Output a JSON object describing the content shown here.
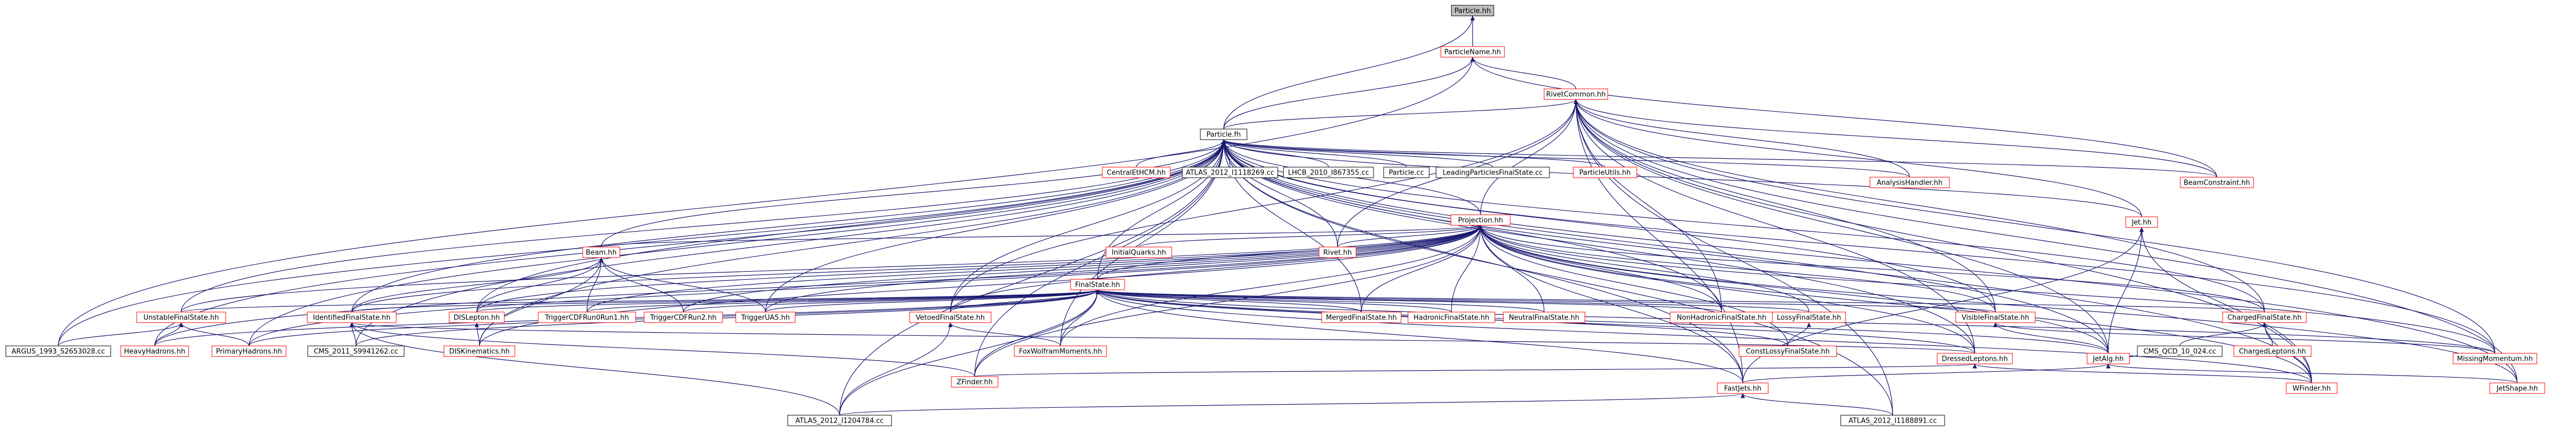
{
  "colors": {
    "background": "#ffffff",
    "edge": "#191970",
    "node_border_red": "#ff0000",
    "node_border_black": "#000000",
    "root_fill": "#bfbfbf",
    "text": "#000000"
  },
  "nodes": [
    {
      "id": "particle_hh",
      "label": "Particle.hh",
      "border": "black",
      "fill": "grey"
    },
    {
      "id": "particlename_hh",
      "label": "ParticleName.hh",
      "border": "red"
    },
    {
      "id": "rivetcommon_hh",
      "label": "RivetCommon.hh",
      "border": "red"
    },
    {
      "id": "particle_fh",
      "label": "Particle.fh",
      "border": "black"
    },
    {
      "id": "centraletacm_hh",
      "label": "CentralEtHCM.hh",
      "border": "red"
    },
    {
      "id": "atlas2012_cc",
      "label": "ATLAS_2012_I1118269.cc",
      "border": "black"
    },
    {
      "id": "lhcb2010_cc",
      "label": "LHCB_2010_I867355.cc",
      "border": "black"
    },
    {
      "id": "particle_cc",
      "label": "Particle.cc",
      "border": "black"
    },
    {
      "id": "leadingparticles_hh",
      "label": "LeadingParticlesFinalState.cc",
      "border": "black"
    },
    {
      "id": "particleutils_hh",
      "label": "ParticleUtils.hh",
      "border": "red"
    },
    {
      "id": "analysishandler_hh",
      "label": "AnalysisHandler.hh",
      "border": "red"
    },
    {
      "id": "beamconstraint_hh",
      "label": "BeamConstraint.hh",
      "border": "red"
    },
    {
      "id": "projection_hh",
      "label": "Projection.hh",
      "border": "red"
    },
    {
      "id": "jet_hh",
      "label": "Jet.hh",
      "border": "red"
    },
    {
      "id": "beam_hh",
      "label": "Beam.hh",
      "border": "red"
    },
    {
      "id": "initialquarks_hh",
      "label": "InitialQuarks.hh",
      "border": "red"
    },
    {
      "id": "rivet_hh",
      "label": "Rivet.hh",
      "border": "red"
    },
    {
      "id": "finalstate_hh",
      "label": "FinalState.hh",
      "border": "red"
    },
    {
      "id": "unstablefinalstate_hh",
      "label": "UnstableFinalState.hh",
      "border": "red"
    },
    {
      "id": "identifiedfinalstate_hh",
      "label": "IdentifiedFinalState.hh",
      "border": "red"
    },
    {
      "id": "dislepton_hh",
      "label": "DISLepton.hh",
      "border": "red"
    },
    {
      "id": "triggercdfrun0run1_hh",
      "label": "TriggerCDFRun0Run1.hh",
      "border": "red"
    },
    {
      "id": "triggercdfrun2_hh",
      "label": "TriggerCDFRun2.hh",
      "border": "red"
    },
    {
      "id": "triggerua5_hh",
      "label": "TriggerUA5.hh",
      "border": "red"
    },
    {
      "id": "vetoedfinalstate_hh",
      "label": "VetoedFinalState.hh",
      "border": "red"
    },
    {
      "id": "mergedfinalstate_hh",
      "label": "MergedFinalState.hh",
      "border": "red"
    },
    {
      "id": "hadronicfinalstate_hh",
      "label": "HadronicFinalState.hh",
      "border": "red"
    },
    {
      "id": "neutralfinalstate_hh",
      "label": "NeutralFinalState.hh",
      "border": "red"
    },
    {
      "id": "nonhadronicfinalstate_hh",
      "label": "NonHadronicFinalState.hh",
      "border": "red"
    },
    {
      "id": "lossyfinalstate_hh",
      "label": "LossyFinalState.hh",
      "border": "red"
    },
    {
      "id": "visiblefinalstate_hh",
      "label": "VisibleFinalState.hh",
      "border": "red"
    },
    {
      "id": "chargedfinalstate_hh",
      "label": "ChargedFinalState.hh",
      "border": "red"
    },
    {
      "id": "argus_cc",
      "label": "ARGUS_1993_S2653028.cc",
      "border": "black"
    },
    {
      "id": "heavyhadrons_hh",
      "label": "HeavyHadrons.hh",
      "border": "red"
    },
    {
      "id": "primaryhadrons_hh",
      "label": "PrimaryHadrons.hh",
      "border": "red"
    },
    {
      "id": "cms2011_cc",
      "label": "CMS_2011_S9941262.cc",
      "border": "black"
    },
    {
      "id": "diskinematics_hh",
      "label": "DISKinematics.hh",
      "border": "red"
    },
    {
      "id": "foxwolfram_hh",
      "label": "FoxWolframMoments.hh",
      "border": "red"
    },
    {
      "id": "constlossy_hh",
      "label": "ConstLossyFinalState.hh",
      "border": "red"
    },
    {
      "id": "dressedleptons_hh",
      "label": "DressedLeptons.hh",
      "border": "red"
    },
    {
      "id": "jetalg_hh",
      "label": "JetAlg.hh",
      "border": "red"
    },
    {
      "id": "cmsqcd_cc",
      "label": "CMS_QCD_10_024.cc",
      "border": "black"
    },
    {
      "id": "chargedleptons_hh",
      "label": "ChargedLeptons.hh",
      "border": "red"
    },
    {
      "id": "missingmomentum_hh",
      "label": "MissingMomentum.hh",
      "border": "red"
    },
    {
      "id": "zfinder_hh",
      "label": "ZFinder.hh",
      "border": "red"
    },
    {
      "id": "fastjets_hh",
      "label": "FastJets.hh",
      "border": "red"
    },
    {
      "id": "wfinder_hh",
      "label": "WFinder.hh",
      "border": "red"
    },
    {
      "id": "jetshape_hh",
      "label": "JetShape.hh",
      "border": "red"
    },
    {
      "id": "atlas2012b_cc",
      "label": "ATLAS_2012_I1204784.cc",
      "border": "black"
    },
    {
      "id": "atlas2012c_cc",
      "label": "ATLAS_2012_I1188891.cc",
      "border": "black"
    }
  ],
  "edges": [
    [
      "particlename_hh",
      "particle_hh"
    ],
    [
      "rivetcommon_hh",
      "particlename_hh"
    ],
    [
      "particle_fh",
      "particle_hh"
    ],
    [
      "particle_fh",
      "particlename_hh"
    ],
    [
      "particle_fh",
      "rivetcommon_hh"
    ],
    [
      "argus_cc",
      "particlename_hh"
    ],
    [
      "beamconstraint_hh",
      "particlename_hh"
    ],
    [
      "beamconstraint_hh",
      "rivetcommon_hh"
    ],
    [
      "centraletacm_hh",
      "particle_fh"
    ],
    [
      "atlas2012_cc",
      "particle_fh"
    ],
    [
      "lhcb2010_cc",
      "particle_fh"
    ],
    [
      "particle_cc",
      "particle_fh"
    ],
    [
      "leadingparticles_hh",
      "particle_fh"
    ],
    [
      "particleutils_hh",
      "particle_fh"
    ],
    [
      "analysishandler_hh",
      "particle_fh"
    ],
    [
      "beamconstraint_hh",
      "particle_fh"
    ],
    [
      "projection_hh",
      "particle_fh"
    ],
    [
      "jet_hh",
      "particle_fh"
    ],
    [
      "beam_hh",
      "particle_fh"
    ],
    [
      "rivet_hh",
      "particle_fh"
    ],
    [
      "finalstate_hh",
      "particle_fh"
    ],
    [
      "unstablefinalstate_hh",
      "particle_fh"
    ],
    [
      "identifiedfinalstate_hh",
      "particle_fh"
    ],
    [
      "dislepton_hh",
      "particle_fh"
    ],
    [
      "triggerua5_hh",
      "particle_fh"
    ],
    [
      "vetoedfinalstate_hh",
      "particle_fh"
    ],
    [
      "mergedfinalstate_hh",
      "particle_fh"
    ],
    [
      "nonhadronicfinalstate_hh",
      "particle_fh"
    ],
    [
      "visiblefinalstate_hh",
      "particle_fh"
    ],
    [
      "chargedfinalstate_hh",
      "particle_fh"
    ],
    [
      "argus_cc",
      "particle_fh"
    ],
    [
      "heavyhadrons_hh",
      "particle_fh"
    ],
    [
      "primaryhadrons_hh",
      "particle_fh"
    ],
    [
      "cms2011_cc",
      "particle_fh"
    ],
    [
      "diskinematics_hh",
      "particle_fh"
    ],
    [
      "foxwolfram_hh",
      "particle_fh"
    ],
    [
      "dressedleptons_hh",
      "particle_fh"
    ],
    [
      "jetalg_hh",
      "particle_fh"
    ],
    [
      "zfinder_hh",
      "particle_fh"
    ],
    [
      "fastjets_hh",
      "particle_fh"
    ],
    [
      "wfinder_hh",
      "particle_fh"
    ],
    [
      "jetshape_hh",
      "particle_fh"
    ],
    [
      "missingmomentum_hh",
      "particle_fh"
    ],
    [
      "atlas2012b_cc",
      "particle_fh"
    ],
    [
      "atlas2012c_cc",
      "particle_fh"
    ],
    [
      "analysishandler_hh",
      "rivetcommon_hh"
    ],
    [
      "projection_hh",
      "rivetcommon_hh"
    ],
    [
      "jet_hh",
      "rivetcommon_hh"
    ],
    [
      "rivet_hh",
      "rivetcommon_hh"
    ],
    [
      "vetoedfinalstate_hh",
      "rivetcommon_hh"
    ],
    [
      "chargedfinalstate_hh",
      "rivetcommon_hh"
    ],
    [
      "visiblefinalstate_hh",
      "rivetcommon_hh"
    ],
    [
      "jetalg_hh",
      "rivetcommon_hh"
    ],
    [
      "missingmomentum_hh",
      "rivetcommon_hh"
    ],
    [
      "jetshape_hh",
      "rivetcommon_hh"
    ],
    [
      "wfinder_hh",
      "rivetcommon_hh"
    ],
    [
      "fastjets_hh",
      "rivetcommon_hh"
    ],
    [
      "dressedleptons_hh",
      "rivetcommon_hh"
    ],
    [
      "nonhadronicfinalstate_hh",
      "rivetcommon_hh"
    ],
    [
      "initialquarks_hh",
      "projection_hh"
    ],
    [
      "rivet_hh",
      "projection_hh"
    ],
    [
      "finalstate_hh",
      "projection_hh"
    ],
    [
      "beam_hh",
      "projection_hh"
    ],
    [
      "identifiedfinalstate_hh",
      "projection_hh"
    ],
    [
      "dislepton_hh",
      "projection_hh"
    ],
    [
      "triggercdfrun0run1_hh",
      "projection_hh"
    ],
    [
      "triggercdfrun2_hh",
      "projection_hh"
    ],
    [
      "triggerua5_hh",
      "projection_hh"
    ],
    [
      "mergedfinalstate_hh",
      "projection_hh"
    ],
    [
      "hadronicfinalstate_hh",
      "projection_hh"
    ],
    [
      "neutralfinalstate_hh",
      "projection_hh"
    ],
    [
      "nonhadronicfinalstate_hh",
      "projection_hh"
    ],
    [
      "lossyfinalstate_hh",
      "projection_hh"
    ],
    [
      "visiblefinalstate_hh",
      "projection_hh"
    ],
    [
      "chargedfinalstate_hh",
      "projection_hh"
    ],
    [
      "jetalg_hh",
      "projection_hh"
    ],
    [
      "missingmomentum_hh",
      "projection_hh"
    ],
    [
      "diskinematics_hh",
      "projection_hh"
    ],
    [
      "foxwolfram_hh",
      "projection_hh"
    ],
    [
      "constlossy_hh",
      "projection_hh"
    ],
    [
      "dressedleptons_hh",
      "projection_hh"
    ],
    [
      "zfinder_hh",
      "projection_hh"
    ],
    [
      "fastjets_hh",
      "projection_hh"
    ],
    [
      "heavyhadrons_hh",
      "projection_hh"
    ],
    [
      "primaryhadrons_hh",
      "projection_hh"
    ],
    [
      "unstablefinalstate_hh",
      "projection_hh"
    ],
    [
      "vetoedfinalstate_hh",
      "projection_hh"
    ],
    [
      "jetshape_hh",
      "projection_hh"
    ],
    [
      "wfinder_hh",
      "projection_hh"
    ],
    [
      "unstablefinalstate_hh",
      "finalstate_hh"
    ],
    [
      "identifiedfinalstate_hh",
      "finalstate_hh"
    ],
    [
      "dislepton_hh",
      "finalstate_hh"
    ],
    [
      "triggercdfrun0run1_hh",
      "finalstate_hh"
    ],
    [
      "triggercdfrun2_hh",
      "finalstate_hh"
    ],
    [
      "triggerua5_hh",
      "finalstate_hh"
    ],
    [
      "vetoedfinalstate_hh",
      "finalstate_hh"
    ],
    [
      "mergedfinalstate_hh",
      "finalstate_hh"
    ],
    [
      "hadronicfinalstate_hh",
      "finalstate_hh"
    ],
    [
      "neutralfinalstate_hh",
      "finalstate_hh"
    ],
    [
      "nonhadronicfinalstate_hh",
      "finalstate_hh"
    ],
    [
      "lossyfinalstate_hh",
      "finalstate_hh"
    ],
    [
      "visiblefinalstate_hh",
      "finalstate_hh"
    ],
    [
      "chargedfinalstate_hh",
      "finalstate_hh"
    ],
    [
      "heavyhadrons_hh",
      "finalstate_hh"
    ],
    [
      "primaryhadrons_hh",
      "finalstate_hh"
    ],
    [
      "foxwolfram_hh",
      "finalstate_hh"
    ],
    [
      "constlossy_hh",
      "finalstate_hh"
    ],
    [
      "dressedleptons_hh",
      "finalstate_hh"
    ],
    [
      "jetalg_hh",
      "finalstate_hh"
    ],
    [
      "zfinder_hh",
      "finalstate_hh"
    ],
    [
      "fastjets_hh",
      "finalstate_hh"
    ],
    [
      "wfinder_hh",
      "finalstate_hh"
    ],
    [
      "missingmomentum_hh",
      "finalstate_hh"
    ],
    [
      "cms2011_cc",
      "finalstate_hh"
    ],
    [
      "atlas2012b_cc",
      "finalstate_hh"
    ],
    [
      "dislepton_hh",
      "beam_hh"
    ],
    [
      "triggercdfrun0run1_hh",
      "beam_hh"
    ],
    [
      "triggercdfrun2_hh",
      "beam_hh"
    ],
    [
      "triggerua5_hh",
      "beam_hh"
    ],
    [
      "diskinematics_hh",
      "beam_hh"
    ],
    [
      "identifiedfinalstate_hh",
      "beam_hh"
    ],
    [
      "argus_cc",
      "unstablefinalstate_hh"
    ],
    [
      "heavyhadrons_hh",
      "unstablefinalstate_hh"
    ],
    [
      "primaryhadrons_hh",
      "unstablefinalstate_hh"
    ],
    [
      "cms2011_cc",
      "identifiedfinalstate_hh"
    ],
    [
      "diskinematics_hh",
      "dislepton_hh"
    ],
    [
      "atlas2012b_cc",
      "identifiedfinalstate_hh"
    ],
    [
      "zfinder_hh",
      "identifiedfinalstate_hh"
    ],
    [
      "dressedleptons_hh",
      "identifiedfinalstate_hh"
    ],
    [
      "foxwolfram_hh",
      "vetoedfinalstate_hh"
    ],
    [
      "atlas2012b_cc",
      "vetoedfinalstate_hh"
    ],
    [
      "constlossy_hh",
      "lossyfinalstate_hh"
    ],
    [
      "jetalg_hh",
      "visiblefinalstate_hh"
    ],
    [
      "missingmomentum_hh",
      "visiblefinalstate_hh"
    ],
    [
      "cmsqcd_cc",
      "chargedfinalstate_hh"
    ],
    [
      "chargedleptons_hh",
      "chargedfinalstate_hh"
    ],
    [
      "wfinder_hh",
      "chargedfinalstate_hh"
    ],
    [
      "zfinder_hh",
      "dressedleptons_hh"
    ],
    [
      "wfinder_hh",
      "dressedleptons_hh"
    ],
    [
      "fastjets_hh",
      "jetalg_hh"
    ],
    [
      "jetshape_hh",
      "jetalg_hh"
    ],
    [
      "cmsqcd_cc",
      "jetalg_hh"
    ],
    [
      "jetalg_hh",
      "jet_hh"
    ],
    [
      "fastjets_hh",
      "jet_hh"
    ],
    [
      "atlas2012b_cc",
      "fastjets_hh"
    ],
    [
      "atlas2012c_cc",
      "fastjets_hh"
    ],
    [
      "atlas2012c_cc",
      "rivetcommon_hh"
    ],
    [
      "wfinder_hh",
      "jet_hh"
    ]
  ]
}
